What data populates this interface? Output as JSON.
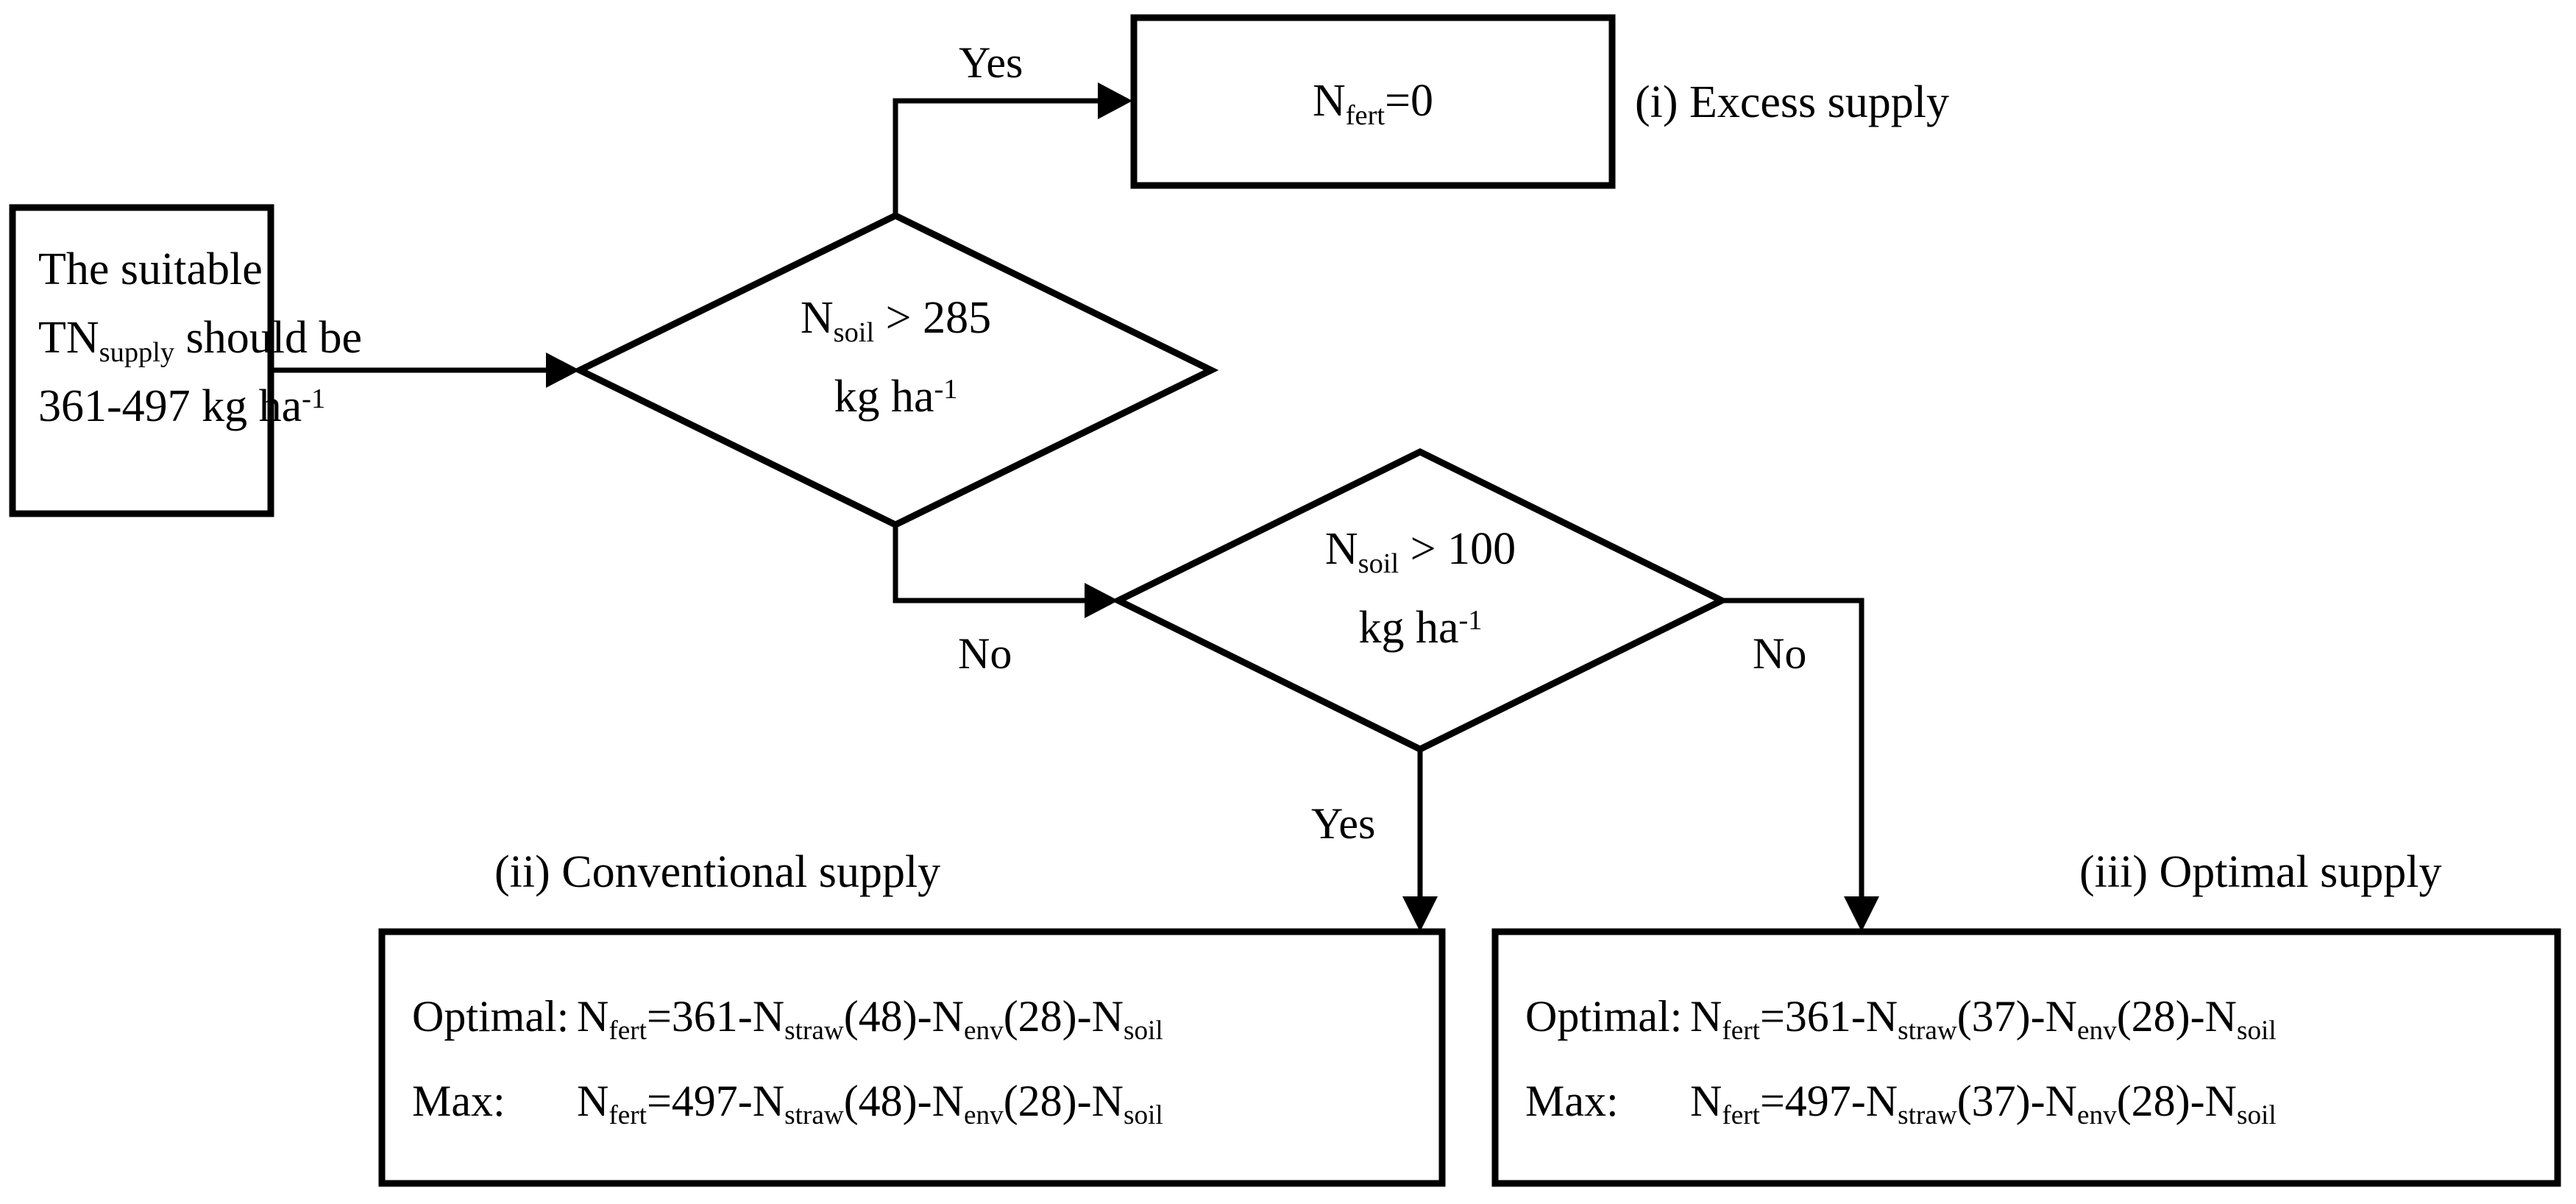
{
  "diagram": {
    "title": "Nitrogen fertilizer decision flowchart",
    "background_color": "#ffffff",
    "line_color": "#000000"
  },
  "start_box": {
    "line1": "The suitable",
    "line2_prefix": "TN",
    "line2_sub": "supply",
    "line2_suffix": " should be",
    "line3_value": "361-497 kg ha",
    "line3_sup": "-1"
  },
  "decision_1": {
    "line1_prefix": "N",
    "line1_sub": "soil",
    "line1_suffix": " > 285",
    "line2_value": "kg ha",
    "line2_sup": "-1"
  },
  "decision_2": {
    "line1_prefix": "N",
    "line1_sub": "soil",
    "line1_suffix": " > 100",
    "line2_value": "kg ha",
    "line2_sup": "-1"
  },
  "result_top": {
    "prefix": "N",
    "sub": "fert",
    "suffix": "=0"
  },
  "edge_labels": {
    "yes_top": "Yes",
    "no_left": "No",
    "no_right": "No",
    "yes_bottom": "Yes"
  },
  "captions": {
    "excess": "(i) Excess supply",
    "conventional": "(ii) Conventional supply",
    "optimal": "(iii) Optimal supply"
  },
  "result_left_box": {
    "row1_label": "Optimal:",
    "row1_eq": {
      "n": "N",
      "n_sub": "fert",
      "eq": "=361-",
      "straw": "N",
      "straw_sub": "straw",
      "straw_val": "(48)-",
      "env": "N",
      "env_sub": "env",
      "env_val": "(28)-",
      "soil": "N",
      "soil_sub": "soil"
    },
    "row2_label": "Max:",
    "row2_eq": {
      "n": "N",
      "n_sub": "fert",
      "eq": "=497-",
      "straw": "N",
      "straw_sub": "straw",
      "straw_val": "(48)-",
      "env": "N",
      "env_sub": "env",
      "env_val": "(28)-",
      "soil": "N",
      "soil_sub": "soil"
    }
  },
  "result_right_box": {
    "row1_label": "Optimal:",
    "row1_eq": {
      "n": "N",
      "n_sub": "fert",
      "eq": "=361-",
      "straw": "N",
      "straw_sub": "straw",
      "straw_val": "(37)-",
      "env": "N",
      "env_sub": "env",
      "env_val": "(28)-",
      "soil": "N",
      "soil_sub": "soil"
    },
    "row2_label": "Max:",
    "row2_eq": {
      "n": "N",
      "n_sub": "fert",
      "eq": "=497-",
      "straw": "N",
      "straw_sub": "straw",
      "straw_val": "(37)-",
      "env": "N",
      "env_sub": "env",
      "env_val": "(28)-",
      "soil": "N",
      "soil_sub": "soil"
    }
  }
}
